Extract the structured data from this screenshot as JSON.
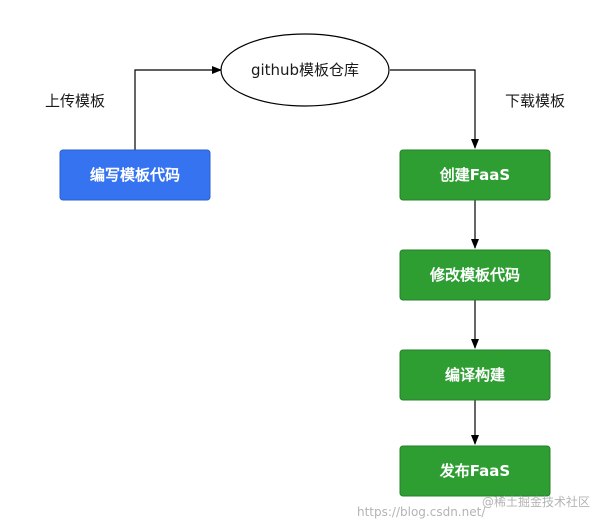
{
  "diagram": {
    "repo": {
      "label": "github模板仓库"
    },
    "upload_label": "上传模板",
    "download_label": "下载模板",
    "write_template": {
      "label": "编写模板代码",
      "color": "#3573f0"
    },
    "steps": [
      {
        "label": "创建FaaS",
        "color": "#2e9e33"
      },
      {
        "label": "修改模板代码",
        "color": "#2e9e33"
      },
      {
        "label": "编译构建",
        "color": "#2e9e33"
      },
      {
        "label": "发布FaaS",
        "color": "#2e9e33"
      }
    ]
  },
  "watermark": {
    "url_text": "https://blog.csdn.net/",
    "brand_text": "@稀土掘金技术社区"
  }
}
